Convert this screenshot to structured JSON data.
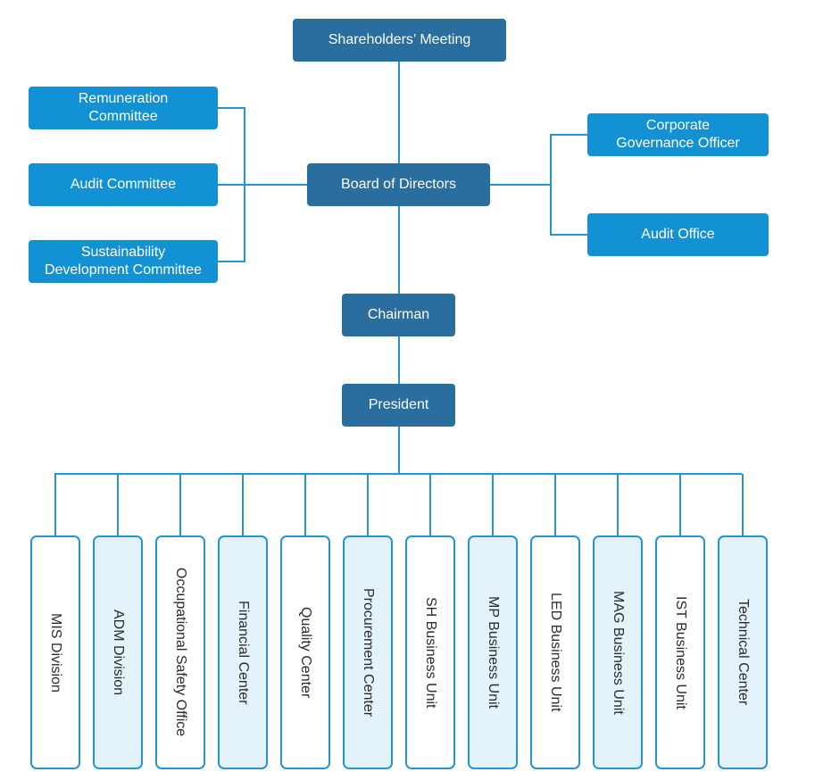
{
  "colors": {
    "dark": "#2a6d9f",
    "bright": "#1292d4",
    "unit_border": "#2596d4",
    "unit_tint": "#e3f2fb",
    "line": "#2596d4"
  },
  "nodes": {
    "shareholders": "Shareholders’ Meeting",
    "board": "Board of Directors",
    "chairman": "Chairman",
    "president": "President",
    "remuneration_1": "Remuneration",
    "remuneration_2": "Committee",
    "audit_committee": "Audit Committee",
    "sustainability_1": "Sustainability",
    "sustainability_2": "Development Committee",
    "cgo_1": "Corporate",
    "cgo_2": "Governance Officer",
    "audit_office": "Audit Office"
  },
  "units": [
    "MIS Division",
    "ADM Division",
    "Occupational Safety Office",
    "Financial Center",
    "Quality Center",
    "Procurement Center",
    "SH Business Unit",
    "MP Business Unit",
    "LED Business Unit",
    "MAG Business Unit",
    "IST Business Unit",
    "Technical Center"
  ]
}
